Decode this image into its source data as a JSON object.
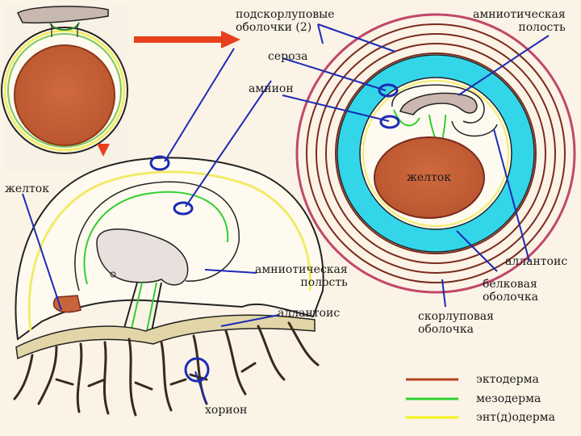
{
  "labels": {
    "subshell_membranes": "подскорлуповые\nоболочки (2)",
    "amniotic_cavity_top": "амниотическая\nполость",
    "serosa": "сероза",
    "amnion": "амнион",
    "yolk_right": "желток",
    "yolk_left": "желток",
    "amniotic_cavity_bottom": "амниотическая\nполость",
    "allantois_left": "аллантоис",
    "allantois_right": "аллантоис",
    "albumen": "белковая\nоболочка",
    "shell_membrane": "скорлуповая\nоболочка",
    "chorion": "хорион"
  },
  "legend": [
    {
      "label": "эктодерма",
      "color": "#b5401c"
    },
    {
      "label": "мезодерма",
      "color": "#2fd02f"
    },
    {
      "label": "энт(д)одерма",
      "color": "#f2f216"
    }
  ],
  "colors": {
    "yolk": "#c8633a",
    "serosa_band": "#33d6e8",
    "shell_rings": "#c04868",
    "pointer": "#1d2bb5",
    "arrow": "#e8401c"
  }
}
